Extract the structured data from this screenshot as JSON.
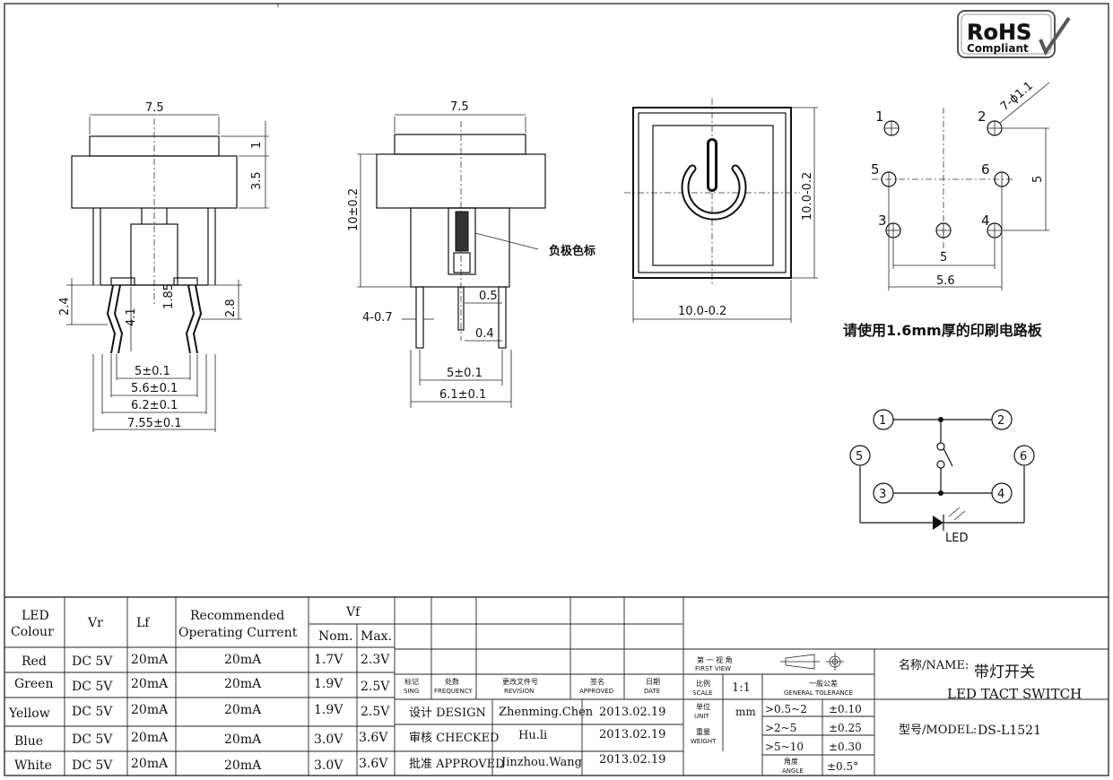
{
  "badge": {
    "line1": "RoHS",
    "line2": "Compliant"
  },
  "view1": {
    "w": "7.5",
    "h1": "1",
    "h2": "3.5",
    "l24": "2.4",
    "l41": "4.1",
    "l185": "1.85",
    "l28": "2.8",
    "p5": "5±0.1",
    "p56": "5.6±0.1",
    "p62": "6.2±0.1",
    "p755": "7.55±0.1"
  },
  "view2": {
    "w": "7.5",
    "h": "10±0.2",
    "neg": "负极色标",
    "l47": "4-0.7",
    "l05": "0.5",
    "l04": "0.4",
    "p5": "5±0.1",
    "p61": "6.1±0.1"
  },
  "view3": {
    "h": "10.0-0.2",
    "w": "10.0-0.2"
  },
  "pcb": {
    "hole": "7-ϕ1.1",
    "n1": "1",
    "n2": "2",
    "n3": "3",
    "n4": "4",
    "n5": "5",
    "n6": "6",
    "d5v": "5",
    "d5h": "5",
    "d56": "5.6",
    "note": "请使用1.6mm厚的印刷电路板"
  },
  "schem": {
    "n1": "1",
    "n2": "2",
    "n3": "3",
    "n4": "4",
    "n5": "5",
    "n6": "6",
    "led": "LED"
  },
  "table": {
    "h_led": "LED",
    "h_colour": "Colour",
    "h_vr": "Vr",
    "h_lf": "Lf",
    "h_rec1": "Recommended",
    "h_rec2": "Operating Current",
    "h_vf": "Vf",
    "h_nom": "Nom.",
    "h_max": "Max.",
    "rows": [
      [
        "Red",
        "DC 5V",
        "20mA",
        "20mA",
        "1.7V",
        "2.3V"
      ],
      [
        "Green",
        "DC 5V",
        "20mA",
        "20mA",
        "1.9V",
        "2.5V"
      ],
      [
        "Yellow",
        "DC 5V",
        "20mA",
        "20mA",
        "1.9V",
        "2.5V"
      ],
      [
        "Blue",
        "DC 5V",
        "20mA",
        "20mA",
        "3.0V",
        "3.6V"
      ],
      [
        "White",
        "DC 5V",
        "20mA",
        "20mA",
        "3.0V",
        "3.6V"
      ]
    ]
  },
  "title_block": {
    "sign": "标记",
    "sign_en": "SING",
    "freq": "处数",
    "freq_en": "FREQUENCY",
    "rev": "更改文件号",
    "rev_en": "REVISION",
    "appr": "签名",
    "appr_en": "APPROVED",
    "date": "日期",
    "date_en": "DATE",
    "design": "设计 DESIGN",
    "design_name": "Zhenming.Chen",
    "design_date": "2013.02.19",
    "checked": "审核 CHECKED",
    "checked_name": "Hu.li",
    "checked_date": "2013.02.19",
    "approved": "批准 APPROVED",
    "approved_name": "Jinzhou.Wang",
    "approved_date": "2013.02.19",
    "first_view": "第 一 视 角",
    "first_view_en": "FIRST VIEW",
    "scale": "比例",
    "scale_en": "SCALE",
    "scale_val": "1:1",
    "unit": "单位",
    "unit_en": "UNIT",
    "unit_val": "mm",
    "weight": "重量",
    "weight_en": "WEIGHT",
    "gt": "一般公差",
    "gt_en": "GENERAL TOLERANCE",
    "tol": [
      [
        ">0.5~2",
        "±0.10"
      ],
      [
        ">2~5",
        "±0.25"
      ],
      [
        ">5~10",
        "±0.30"
      ]
    ],
    "angle": "角度",
    "angle_en": "ANGLE",
    "angle_val": "±0.5°",
    "name_label": "名称/NAME:",
    "name_cn": "带灯开关",
    "name_en": "LED TACT SWITCH",
    "model_label": "型号/MODEL:",
    "model_val": "DS-L1521"
  }
}
